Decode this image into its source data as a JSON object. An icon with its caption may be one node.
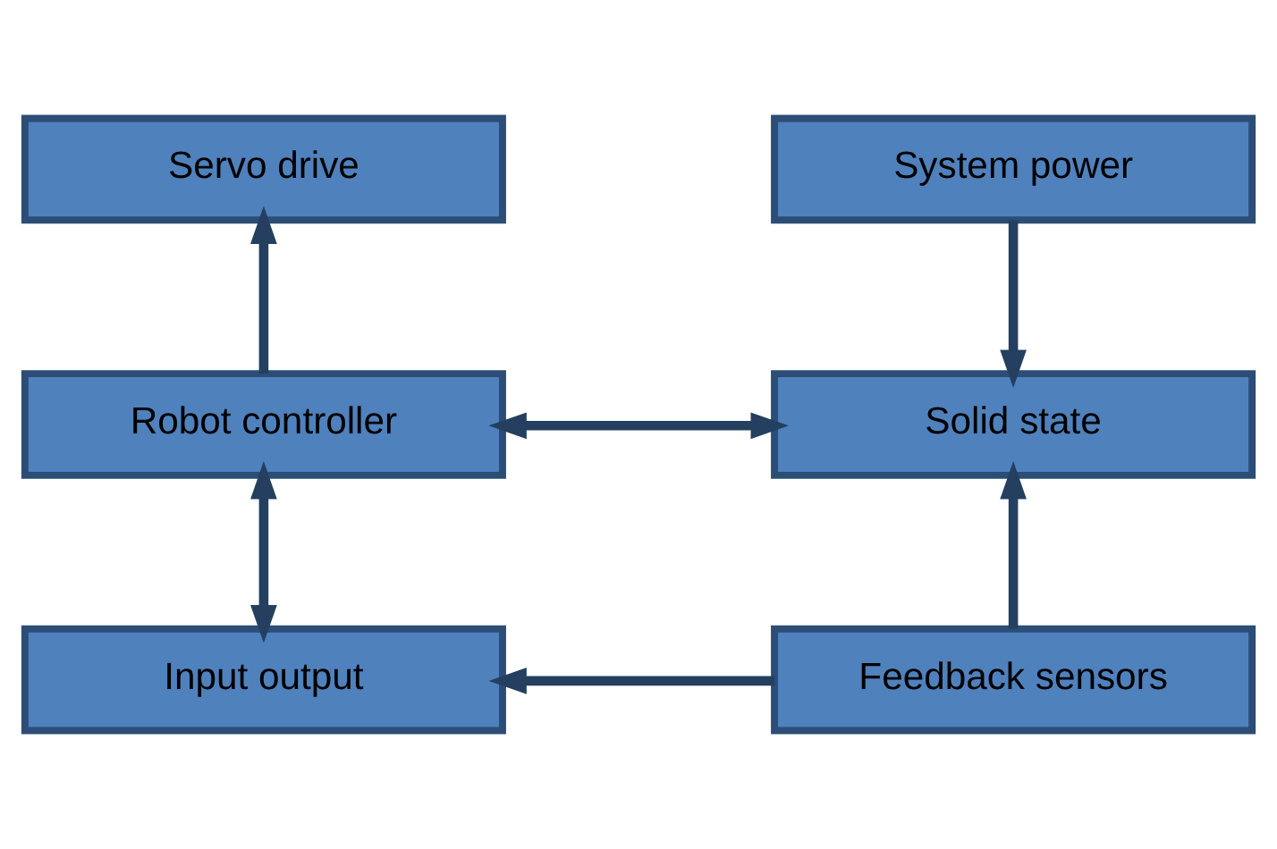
{
  "diagram": {
    "nodes": [
      {
        "text": [
          "Servo drive"
        ]
      },
      {
        "text": [
          "System power"
        ]
      },
      {
        "text": [
          "Robot controller"
        ]
      },
      {
        "text": [
          "Solid state"
        ]
      },
      {
        "text": [
          "Input output"
        ]
      },
      {
        "text": [
          "Feedback sensors"
        ]
      }
    ],
    "edges": [
      {
        "from": 2,
        "to": 0,
        "arrow": "to"
      },
      {
        "from": 1,
        "to": 3,
        "arrow": "to"
      },
      {
        "from": 2,
        "to": 3,
        "arrow": "both"
      },
      {
        "from": 2,
        "to": 4,
        "arrow": "both"
      },
      {
        "from": 5,
        "to": 3,
        "arrow": "to"
      },
      {
        "from": 5,
        "to": 4,
        "arrow": "to"
      }
    ]
  }
}
